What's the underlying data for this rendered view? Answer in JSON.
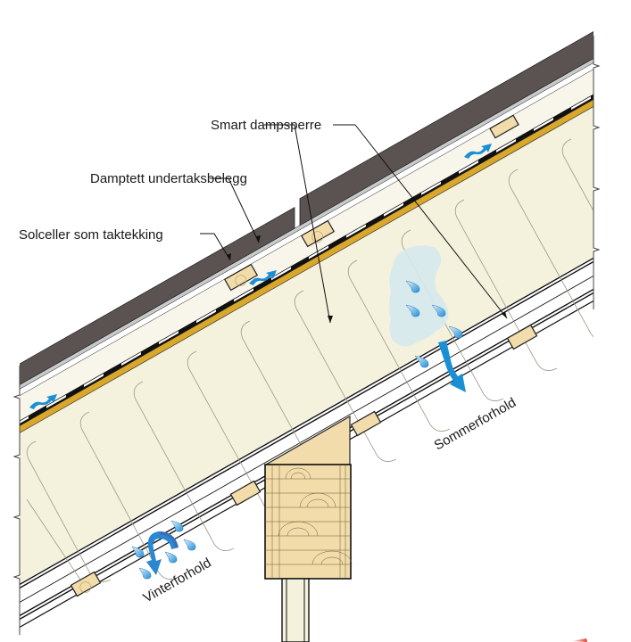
{
  "diagram": {
    "subject": "roof-section",
    "labels": {
      "smart_vapor_barrier": "Smart dampsperre",
      "vapor_tight_underlay": "Damptett undertaksbelegg",
      "solar_roofing": "Solceller som taktekking",
      "summer_condition": "Sommerforhold",
      "winter_condition": "Vinterforhold"
    },
    "colors": {
      "solar_panel": "#5b5351",
      "panel_strip": "#c9cacb",
      "ventilation_gap": "#f8f5ea",
      "insulation": "#f4f1dd",
      "membrane": "#111111",
      "underlay_yellow": "#d9a72a",
      "wood": "#f1dcaa",
      "air_arrow": "#1a8fd4",
      "moisture_cloud": "#d6e9ee",
      "winter_arrow_dark": "#3a6fb8",
      "accent_red": "#e03a2a"
    }
  }
}
